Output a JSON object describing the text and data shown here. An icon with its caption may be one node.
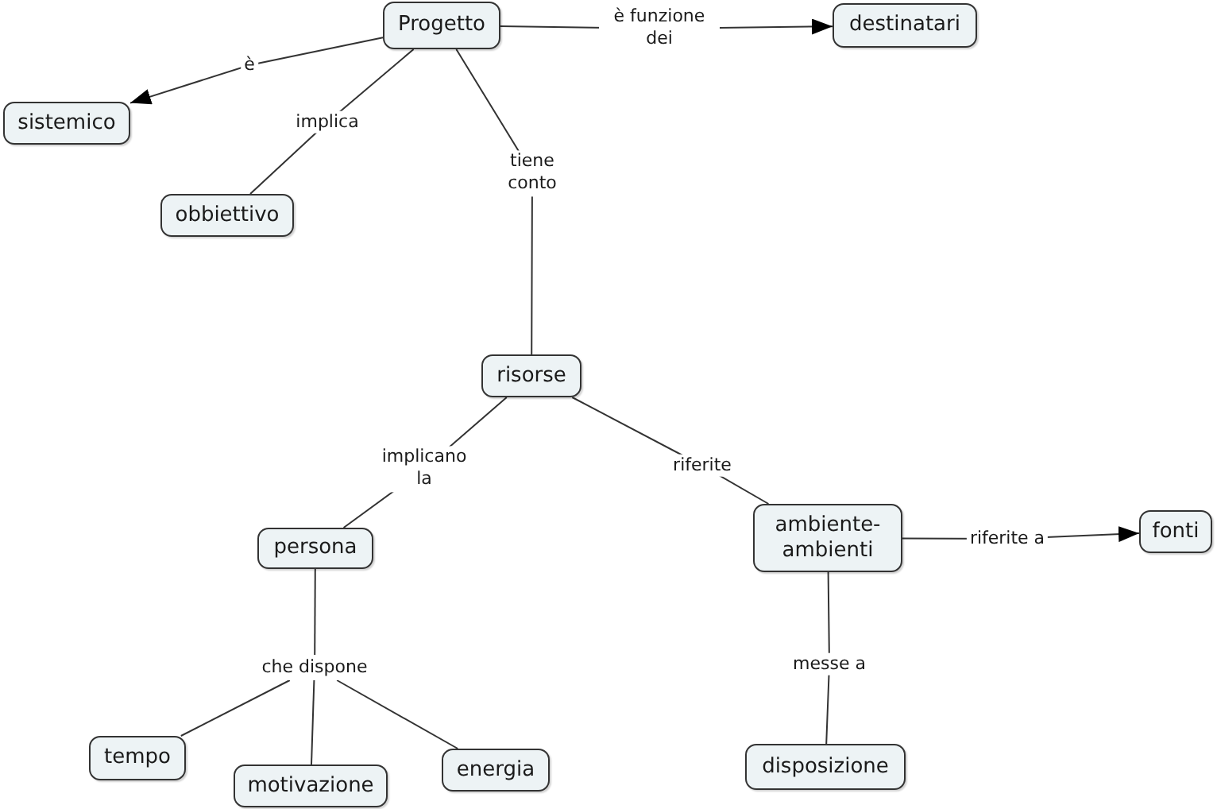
{
  "diagram": {
    "nodes": [
      {
        "text": [
          "Progetto"
        ]
      },
      {
        "text": [
          "destinatari"
        ]
      },
      {
        "text": [
          "sistemico"
        ]
      },
      {
        "text": [
          "obbiettivo"
        ]
      },
      {
        "text": [
          "risorse"
        ]
      },
      {
        "text": [
          "persona"
        ]
      },
      {
        "text": [
          "ambiente-ambienti"
        ]
      },
      {
        "text": [
          "fonti"
        ]
      },
      {
        "text": [
          "che dispone"
        ]
      },
      {
        "text": [
          "tempo"
        ]
      },
      {
        "text": [
          "motivazione"
        ]
      },
      {
        "text": [
          "energia"
        ]
      },
      {
        "text": [
          "disposizione"
        ]
      }
    ],
    "edges": [
      {
        "from": 0,
        "to": 2,
        "label": "è",
        "arrow": "to"
      },
      {
        "from": 0,
        "to": 1,
        "label": "è funzione dei",
        "arrow": "to"
      },
      {
        "from": 0,
        "to": 3,
        "label": "implica",
        "arrow": "none"
      },
      {
        "from": 0,
        "to": 4,
        "label": "tiene conto",
        "arrow": "none"
      },
      {
        "from": 4,
        "to": 5,
        "label": "implicano la",
        "arrow": "none"
      },
      {
        "from": 4,
        "to": 6,
        "label": "riferite",
        "arrow": "none"
      },
      {
        "from": 6,
        "to": 7,
        "label": "riferite a",
        "arrow": "to"
      },
      {
        "from": 6,
        "to": 12,
        "label": "messe a",
        "arrow": "none"
      },
      {
        "from": 5,
        "to": 8,
        "arrow": "none"
      },
      {
        "from": 8,
        "to": 9,
        "arrow": "none"
      },
      {
        "from": 8,
        "to": 10,
        "arrow": "none"
      },
      {
        "from": 8,
        "to": 11,
        "arrow": "none"
      }
    ]
  }
}
